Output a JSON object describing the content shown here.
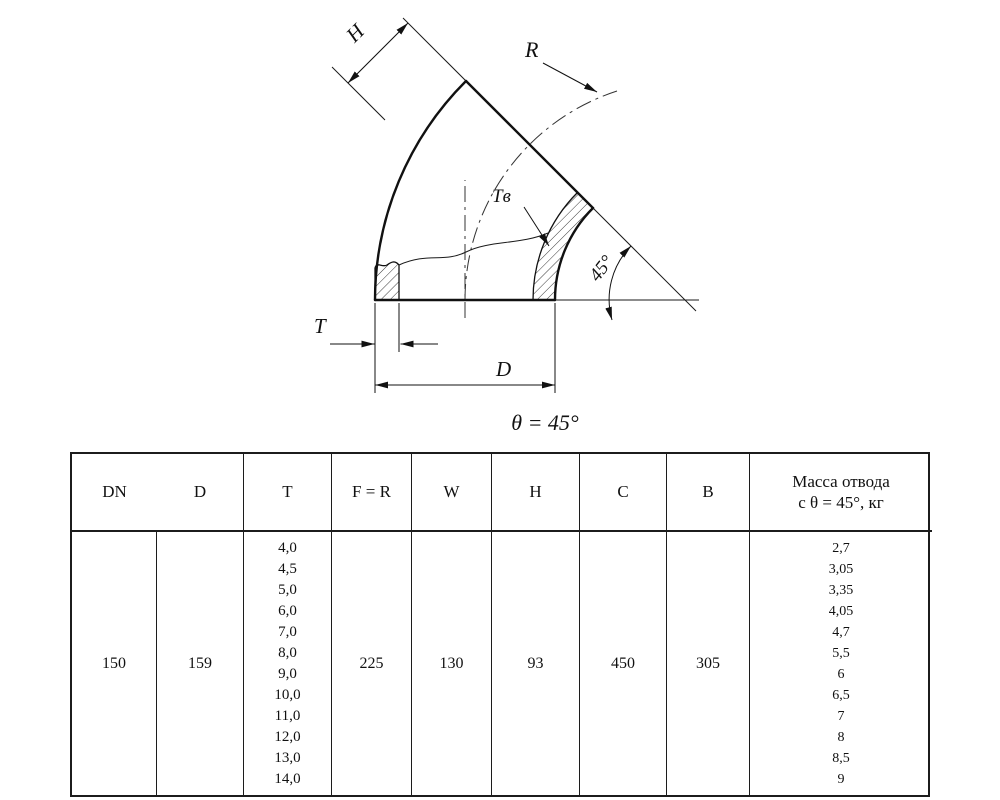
{
  "drawing": {
    "labels": {
      "h": "H",
      "r": "R",
      "t": "T",
      "tv": "Tв",
      "d": "D",
      "angle": "45°",
      "caption": "θ = 45°"
    }
  },
  "table": {
    "headers": [
      "DN",
      "D",
      "T",
      "F = R",
      "W",
      "H",
      "C",
      "B",
      "Масса отвода\nс θ = 45°, кг"
    ],
    "row": {
      "dn": "150",
      "d": "159",
      "t_values": [
        "4,0",
        "4,5",
        "5,0",
        "6,0",
        "7,0",
        "8,0",
        "9,0",
        "10,0",
        "11,0",
        "12,0",
        "13,0",
        "14,0"
      ],
      "f_r": "225",
      "w": "130",
      "h": "93",
      "c": "450",
      "b": "305",
      "mass_values": [
        "2,7",
        "3,05",
        "3,35",
        "4,05",
        "4,7",
        "5,5",
        "6",
        "6,5",
        "7",
        "8",
        "8,5",
        "9"
      ]
    }
  }
}
